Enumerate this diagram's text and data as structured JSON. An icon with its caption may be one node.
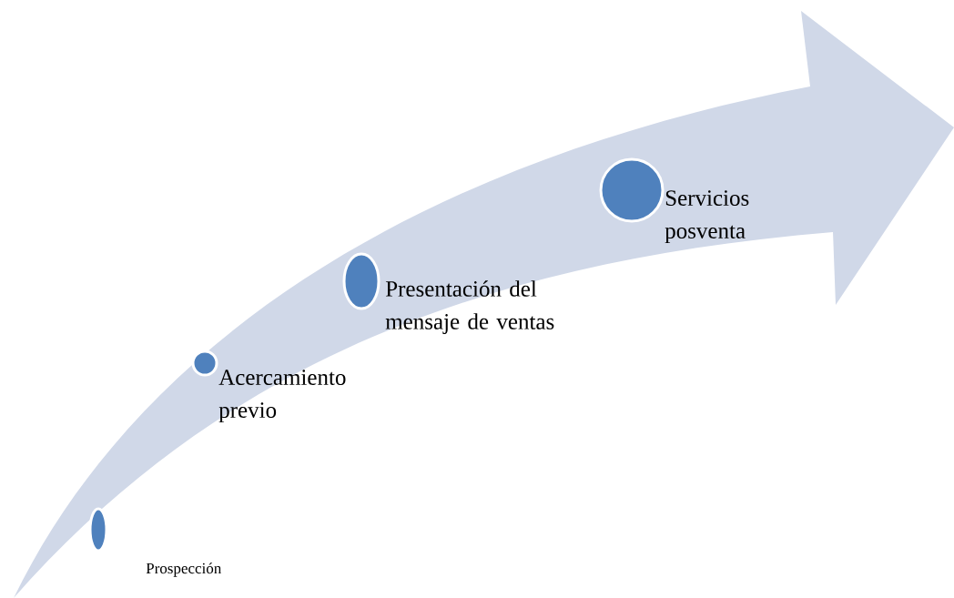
{
  "diagram": {
    "nodes": [
      {
        "text": [],
        "shape": "circle",
        "beside": [
          "Prospección"
        ]
      },
      {
        "text": [],
        "shape": "circle",
        "beside": [
          "Acercamiento previo"
        ]
      },
      {
        "text": [],
        "shape": "circle",
        "beside": [
          "Presentación del mensaje de ventas"
        ]
      },
      {
        "text": [],
        "shape": "circle",
        "beside": [
          "Servicios posventa"
        ]
      }
    ]
  }
}
